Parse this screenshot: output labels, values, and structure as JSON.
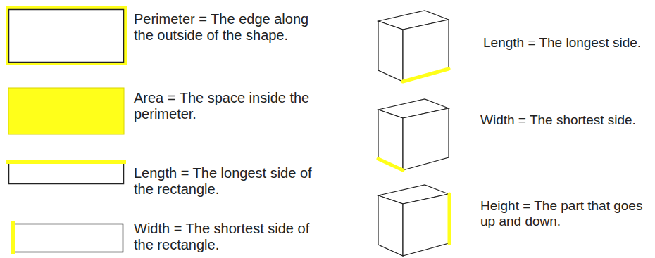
{
  "diagram": {
    "labels": [
      "Perimeter = The edge along the outside of the shape.",
      "Area = The space inside the perimeter.",
      "Length = The longest side of the rectangle.",
      "Width = The shortest side of the rectangle.",
      "Length = The longest side.",
      "Width = The shortest side.",
      "Height = The part that goes up and down."
    ]
  }
}
